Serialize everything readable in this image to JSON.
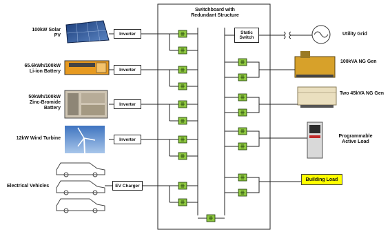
{
  "switchboard": {
    "title": "Switchboard with\nRedundant Structure"
  },
  "sources": [
    {
      "label": "100kW Solar\nPV",
      "icon": "solar-panel-icon",
      "box": "Inverter"
    },
    {
      "label": "65.6kWh/100kW\nLi-ion Battery",
      "icon": "li-ion-battery-icon",
      "box": "Inverter"
    },
    {
      "label": "50kWh/100kW\nZinc-Bromide\nBattery",
      "icon": "zinc-bromide-battery-icon",
      "box": "Inverter"
    },
    {
      "label": "12kW Wind Turbine",
      "icon": "wind-turbine-icon",
      "box": "Inverter"
    },
    {
      "label": "Electrical Vehicles",
      "icon": "electric-vehicles-icon",
      "box": "EV Charger"
    }
  ],
  "static_switch": "Static\nSwitch",
  "right_side": {
    "utility_grid": "Utility Grid",
    "ng_gen_100": "100kVA NG Gen",
    "ng_gen_two": "Two 45kVA NG Gen",
    "active_load": "Programmable\nActive Load",
    "building_load": "Building Load"
  },
  "colors": {
    "breaker_fill": "#8dc63f",
    "building_load": "#ffff00",
    "line": "#222222"
  }
}
